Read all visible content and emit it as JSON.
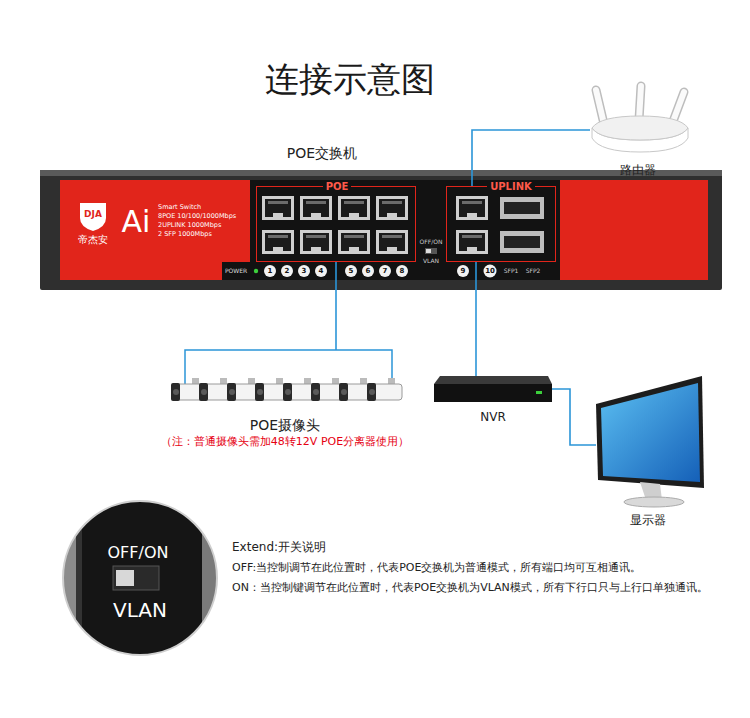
{
  "diagram": {
    "title": "连接示意图",
    "nodes": [
      {
        "text": [
          "POE交换机",
          "DJA",
          "帝杰安",
          "Ai",
          "Smart Switch",
          "8POE 10/100/1000Mbps",
          "2UPLINK 1000Mbps",
          "2 SFP 1000Mbps"
        ]
      },
      {
        "text": [
          "POE"
        ],
        "in": 0
      },
      {
        "text": [
          "UPLINK"
        ],
        "in": 0
      },
      {
        "text": [
          "路由器"
        ]
      },
      {
        "text": [
          "POE摄像头",
          "（注：普通摄像头需加48转12V POE分离器使用）"
        ]
      },
      {
        "text": [
          "NVR"
        ]
      },
      {
        "text": [
          "显示器"
        ]
      },
      {
        "text": [
          "OFF/ON",
          "VLAN"
        ]
      }
    ],
    "edges": [
      {
        "from": 2,
        "to": 3,
        "arrow": "none"
      },
      {
        "from": 1,
        "to": 4,
        "arrow": "none"
      },
      {
        "from": 2,
        "to": 5,
        "arrow": "none"
      },
      {
        "from": 5,
        "to": 6,
        "arrow": "none"
      }
    ],
    "labels": [
      "1",
      "2",
      "3",
      "4",
      "5",
      "6",
      "7",
      "8",
      "9",
      "10",
      "POWER",
      "OFF/ON",
      "VLAN",
      "SFP1",
      "SFP2",
      "Extend:开关说明",
      "OFF:当控制调节在此位置时，代表POE交换机为普通模式，所有端口均可互相通讯。",
      "ON：当控制键调节在此位置时，代表POE交换机为VLAN模式，所有下行口只与上行口单独通讯。"
    ]
  }
}
